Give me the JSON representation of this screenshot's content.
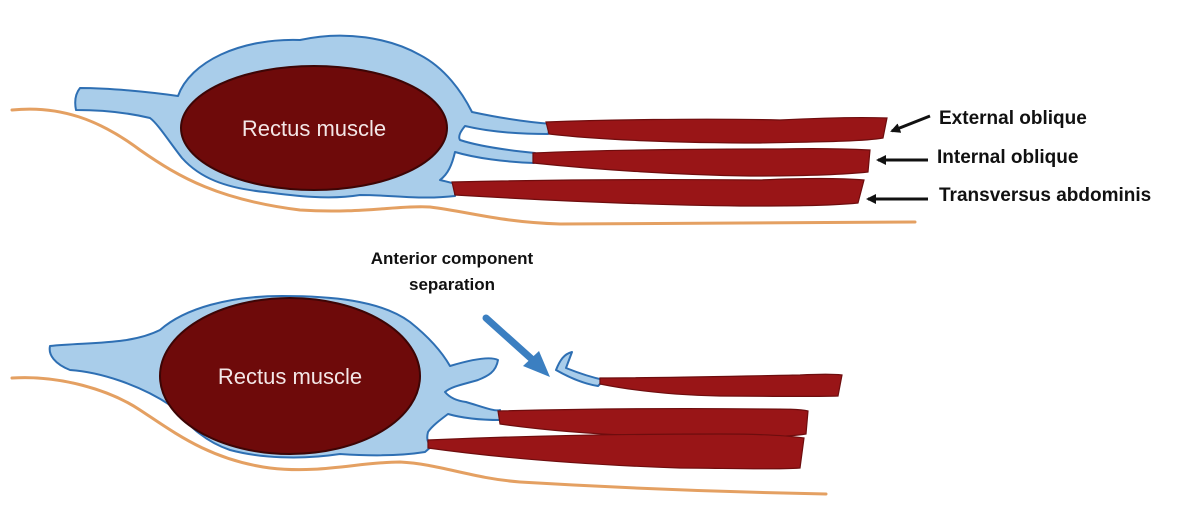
{
  "top_panel": {
    "rectus_label": "Rectus muscle",
    "labels": {
      "external_oblique": "External oblique",
      "internal_oblique": "Internal oblique",
      "transversus_abdominis": "Transversus abdominis"
    }
  },
  "bottom_panel": {
    "rectus_label": "Rectus muscle",
    "annotation_line1": "Anterior component",
    "annotation_line2": "separation"
  },
  "colors": {
    "fascia": "#a9cdea",
    "fascia_outline": "#2e6fb3",
    "muscle": "#991517",
    "rectus": "#6e0a0a",
    "skin_line": "#e4a062",
    "annotation_arrow": "#3b7fc1"
  }
}
